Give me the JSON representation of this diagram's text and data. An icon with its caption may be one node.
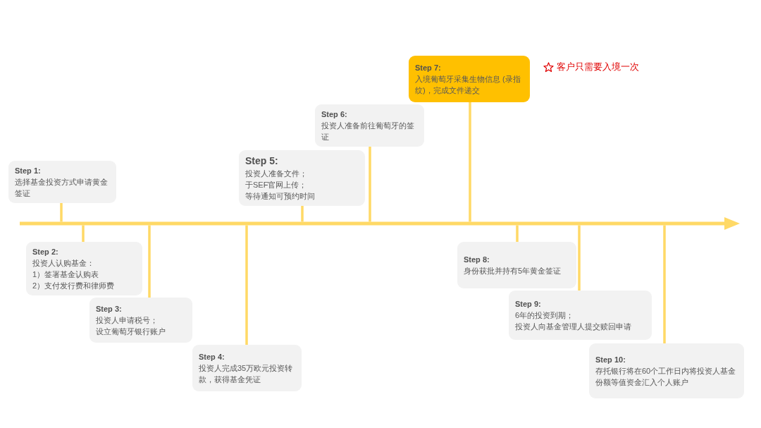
{
  "diagram": {
    "nodes": [
      {
        "text": [
          "Step 1:",
          "选择基金投资方式申请黄金签证"
        ]
      },
      {
        "text": [
          "Step 2:",
          "投资人认购基金：",
          "1）签署基金认购表",
          "2）支付发行费和律师费"
        ]
      },
      {
        "text": [
          "Step 3:",
          "投资人申请税号；",
          "设立葡萄牙银行账户"
        ]
      },
      {
        "text": [
          "Step 4:",
          "投资人完成35万欧元投资转款，获得基金凭证"
        ]
      },
      {
        "text": [
          "Step 5:",
          "投资人准备文件；",
          "于SEF官网上传；",
          "等待通知可预约时间"
        ]
      },
      {
        "text": [
          "Step 6:",
          "投资人准备前往葡萄牙的签证"
        ]
      },
      {
        "text": [
          "Step 7:",
          "入境葡萄牙采集生物信息 (录指纹)，完成文件递交"
        ]
      },
      {
        "text": [
          "Step 8:",
          "身份获批并持有5年黄金签证"
        ]
      },
      {
        "text": [
          "Step 9:",
          "6年的投资到期；",
          "投资人向基金管理人提交赎回申请"
        ]
      },
      {
        "text": [
          "Step 10:",
          "存托银行将在60个工作日内将投资人基金份额等值资金汇入个人账户"
        ]
      },
      {
        "text": [],
        "shape": "arrow"
      }
    ],
    "edges": [
      {
        "from": 0,
        "to": 10,
        "arrow": "none"
      },
      {
        "from": 1,
        "to": 10,
        "arrow": "none"
      },
      {
        "from": 2,
        "to": 10,
        "arrow": "none"
      },
      {
        "from": 3,
        "to": 10,
        "arrow": "none"
      },
      {
        "from": 4,
        "to": 10,
        "arrow": "none"
      },
      {
        "from": 5,
        "to": 10,
        "arrow": "none"
      },
      {
        "from": 6,
        "to": 10,
        "arrow": "none"
      },
      {
        "from": 7,
        "to": 10,
        "arrow": "none"
      },
      {
        "from": 8,
        "to": 10,
        "arrow": "none"
      },
      {
        "from": 9,
        "to": 10,
        "arrow": "none"
      }
    ],
    "labels": [
      "客户只需要入境一次"
    ]
  }
}
